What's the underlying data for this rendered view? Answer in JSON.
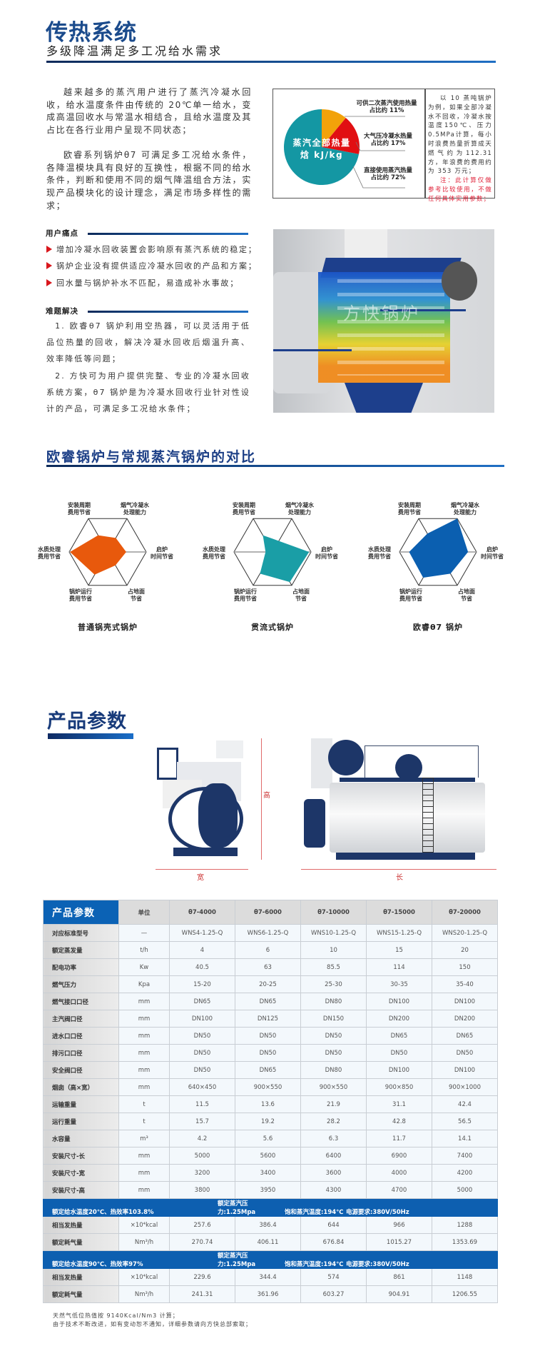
{
  "section1": {
    "title": "传热系统",
    "subtitle": "多级降温满足多工况给水需求",
    "paragraphs": [
      "越来越多的蒸汽用户进行了蒸汽冷凝水回收，给水温度条件由传统的 20℃单一给水，变成高温回收水与常温水相结合，且给水温度及其占比在各行业用户呈现不同状态；",
      "欧睿系列锅炉θ7 可满足多工况给水条件，各降温模块具有良好的互换性，根据不同的给水条件，判断和使用不同的烟气降温组合方法，实现产品模块化的设计理念，满足市场多样性的需求；"
    ],
    "pie_note": {
      "text": "以 10 蒸吨锅炉为例，如果全部冷凝水不回收，冷凝水按温度150℃、压力 0.5MPa计算，每小时浪费热量折算成天燃气约为112.31 方，年浪费的费用约为 353 万元；",
      "note": "注：此计算仅做参考比较使用，不做任何具体实用参数；"
    },
    "pain_points": {
      "title": "用户痛点",
      "items": [
        "增加冷凝水回收装置会影响原有蒸汽系统的稳定；",
        "锅炉企业没有提供适应冷凝水回收的产品和方案；",
        "回水量与锅炉补水不匹配，易造成补水事故；"
      ]
    },
    "solutions": {
      "title": "难题解决",
      "items": [
        "1. 欧睿θ7 锅炉利用空热器，可以灵活用于低品位热量的回收，解决冷凝水回收后烟温升高、效率降低等问题；",
        "2. 方快可为用户提供完整、专业的冷凝水回收系统方案，θ7 锅炉是为冷凝水回收行业针对性设计的产品，可满足多工况给水条件；"
      ]
    },
    "photo_watermark": "方快锅炉"
  },
  "section2": {
    "title": "欧睿锅炉与常规蒸汽锅炉的对比"
  },
  "section3": {
    "title": "产品参数",
    "dim_height": "高",
    "dim_width": "宽",
    "dim_length": "长"
  },
  "chart_data": [
    {
      "type": "pie",
      "center_label": [
        "蒸汽全部热量",
        "焓 kJ/kg"
      ],
      "slices": [
        {
          "label": [
            "可供二次蒸汽使用热量",
            "占比约 11%"
          ],
          "value": 11,
          "color": "#f2a20a"
        },
        {
          "label": [
            "大气压冷凝水热量",
            "占比约 17%"
          ],
          "value": 17,
          "color": "#e10f12"
        },
        {
          "label": [
            "直接使用蒸汽热量",
            "占比约 72%"
          ],
          "value": 72,
          "color": "#1497a3"
        }
      ]
    },
    {
      "type": "radar",
      "title": "普通锅壳式锅炉",
      "axes": [
        [
          "安装周期",
          "费用节省"
        ],
        [
          "烟气冷凝水",
          "处理能力"
        ],
        [
          "启炉",
          "时间节省"
        ],
        [
          "占地面",
          "节省"
        ],
        [
          "锅炉运行",
          "费用节省"
        ],
        [
          "水质处理",
          "费用节省"
        ]
      ],
      "values": [
        0.5,
        0.42,
        0.48,
        0.4,
        0.68,
        0.98
      ],
      "range": [
        0,
        1
      ],
      "color": "#e8590c"
    },
    {
      "type": "radar",
      "title": "贯流式锅炉",
      "axes": [
        [
          "安装周期",
          "费用节省"
        ],
        [
          "烟气冷凝水",
          "处理能力"
        ],
        [
          "启炉",
          "时间节省"
        ],
        [
          "占地面",
          "节省"
        ],
        [
          "锅炉运行",
          "费用节省"
        ],
        [
          "水质处理",
          "费用节省"
        ]
      ],
      "values": [
        0.5,
        0.33,
        0.95,
        0.9,
        0.65,
        0.18
      ],
      "range": [
        0,
        1
      ],
      "color": "#1a9ea6"
    },
    {
      "type": "radar",
      "title": "欧睿θ7 锅炉",
      "axes": [
        [
          "安装周期",
          "费用节省"
        ],
        [
          "烟气冷凝水",
          "处理能力"
        ],
        [
          "启炉",
          "时间节省"
        ],
        [
          "占地面",
          "节省"
        ],
        [
          "锅炉运行",
          "费用节省"
        ],
        [
          "水质处理",
          "费用节省"
        ]
      ],
      "values": [
        0.55,
        1.0,
        0.78,
        0.65,
        0.77,
        0.75
      ],
      "range": [
        0,
        1
      ],
      "color": "#0b5fb0"
    }
  ],
  "table": {
    "corner": "产品参数",
    "headers": [
      "单位",
      "θ7-4000",
      "θ7-6000",
      "θ7-10000",
      "θ7-15000",
      "θ7-20000"
    ],
    "rows": [
      [
        "对应标准型号",
        "—",
        "WNS4-1.25-Q",
        "WNS6-1.25-Q",
        "WNS10-1.25-Q",
        "WNS15-1.25-Q",
        "WNS20-1.25-Q"
      ],
      [
        "额定蒸发量",
        "t/h",
        "4",
        "6",
        "10",
        "15",
        "20"
      ],
      [
        "配电功率",
        "Kw",
        "40.5",
        "63",
        "85.5",
        "114",
        "150"
      ],
      [
        "燃气压力",
        "Kpa",
        "15-20",
        "20-25",
        "25-30",
        "30-35",
        "35-40"
      ],
      [
        "燃气接口口径",
        "mm",
        "DN65",
        "DN65",
        "DN80",
        "DN100",
        "DN100"
      ],
      [
        "主汽阀口径",
        "mm",
        "DN100",
        "DN125",
        "DN150",
        "DN200",
        "DN200"
      ],
      [
        "进水口口径",
        "mm",
        "DN50",
        "DN50",
        "DN50",
        "DN65",
        "DN65"
      ],
      [
        "排污口口径",
        "mm",
        "DN50",
        "DN50",
        "DN50",
        "DN50",
        "DN50"
      ],
      [
        "安全阀口径",
        "mm",
        "DN50",
        "DN65",
        "DN80",
        "DN100",
        "DN100"
      ],
      [
        "烟囱（高×宽）",
        "mm",
        "640×450",
        "900×550",
        "900×550",
        "900×850",
        "900×1000"
      ],
      [
        "运输重量",
        "t",
        "11.5",
        "13.6",
        "21.9",
        "31.1",
        "42.4"
      ],
      [
        "运行重量",
        "t",
        "15.7",
        "19.2",
        "28.2",
        "42.8",
        "56.5"
      ],
      [
        "水容量",
        "m³",
        "4.2",
        "5.6",
        "6.3",
        "11.7",
        "14.1"
      ],
      [
        "安装尺寸-长",
        "mm",
        "5000",
        "5600",
        "6400",
        "6900",
        "7400"
      ],
      [
        "安装尺寸-宽",
        "mm",
        "3200",
        "3400",
        "3600",
        "4000",
        "4200"
      ],
      [
        "安装尺寸-高",
        "mm",
        "3800",
        "3950",
        "4300",
        "4700",
        "5000"
      ]
    ],
    "bands": [
      {
        "left": "额定给水温度20℃、热效率103.8%",
        "pressure": "额定蒸汽压力:1.25Mpa",
        "temp": "饱和蒸汽温度:194℃",
        "power": "电源要求:380V/50Hz",
        "rows": [
          [
            "相当发热量",
            "×10⁴kcal",
            "257.6",
            "386.4",
            "644",
            "966",
            "1288"
          ],
          [
            "额定耗气量",
            "Nm³/h",
            "270.74",
            "406.11",
            "676.84",
            "1015.27",
            "1353.69"
          ]
        ]
      },
      {
        "left": "额定给水温度90℃、热效率97%",
        "pressure": "额定蒸汽压力:1.25Mpa",
        "temp": "饱和蒸汽温度:194℃",
        "power": "电源要求:380V/50Hz",
        "rows": [
          [
            "相当发热量",
            "×10⁴kcal",
            "229.6",
            "344.4",
            "574",
            "861",
            "1148"
          ],
          [
            "额定耗气量",
            "Nm³/h",
            "241.31",
            "361.96",
            "603.27",
            "904.91",
            "1206.55"
          ]
        ]
      }
    ]
  },
  "footnotes": [
    "天然气低位热值按 9140Kcal/Nm3 计算；",
    "由于技术不断改进，如有变动恕不通知，详细参数请向方快总部索取；"
  ]
}
